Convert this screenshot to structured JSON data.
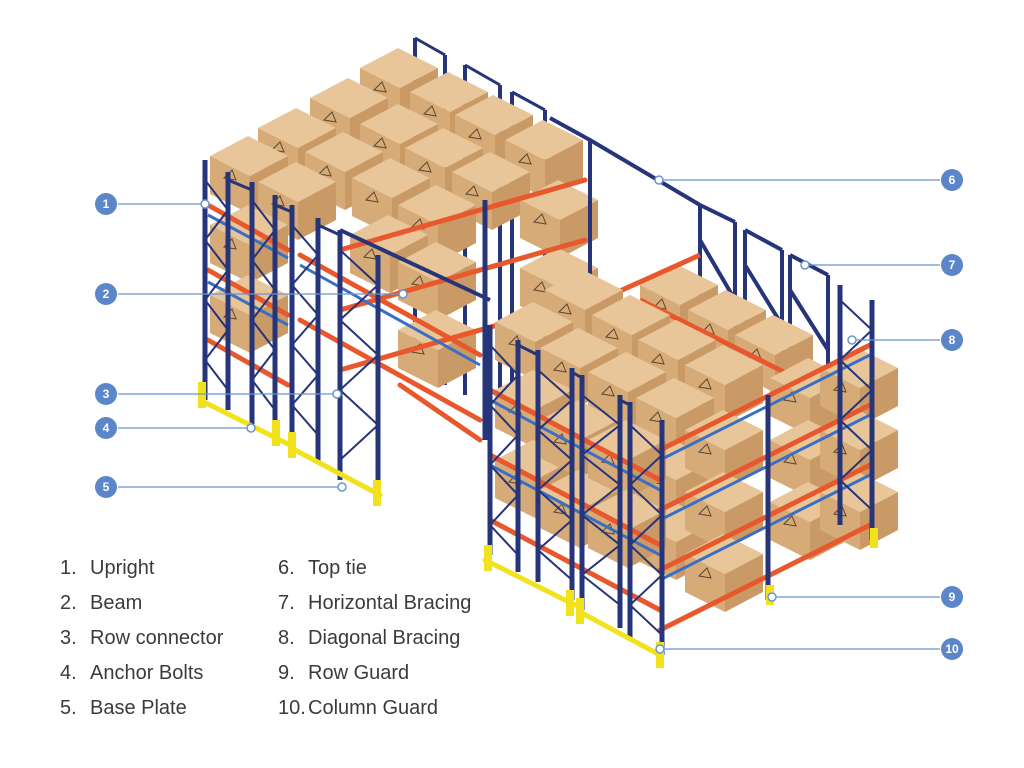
{
  "colors": {
    "upright": "#26347a",
    "upright_dark": "#1a2560",
    "beam": "#e8582c",
    "beam_dark": "#b8411d",
    "box_top": "#e8c69a",
    "box_left": "#d6ab78",
    "box_right": "#c99a66",
    "guard": "#f2e21c",
    "callout": "#5b86c9",
    "leader": "#6b93cf",
    "text": "#3b3b3b"
  },
  "callouts": [
    {
      "num": "1"
    },
    {
      "num": "2"
    },
    {
      "num": "3"
    },
    {
      "num": "4"
    },
    {
      "num": "5"
    },
    {
      "num": "6"
    },
    {
      "num": "7"
    },
    {
      "num": "8"
    },
    {
      "num": "9"
    },
    {
      "num": "10"
    }
  ],
  "legend": {
    "left": [
      {
        "num": "1.",
        "label": "Upright"
      },
      {
        "num": "2.",
        "label": "Beam"
      },
      {
        "num": "3.",
        "label": "Row connector"
      },
      {
        "num": "4.",
        "label": "Anchor Bolts"
      },
      {
        "num": "5.",
        "label": "Base Plate"
      }
    ],
    "right": [
      {
        "num": "6.",
        "label": "Top tie"
      },
      {
        "num": "7.",
        "label": "Horizontal Bracing"
      },
      {
        "num": "8.",
        "label": "Diagonal Bracing"
      },
      {
        "num": "9.",
        "label": "Row Guard"
      },
      {
        "num": "10.",
        "label": "Column Guard"
      }
    ]
  }
}
